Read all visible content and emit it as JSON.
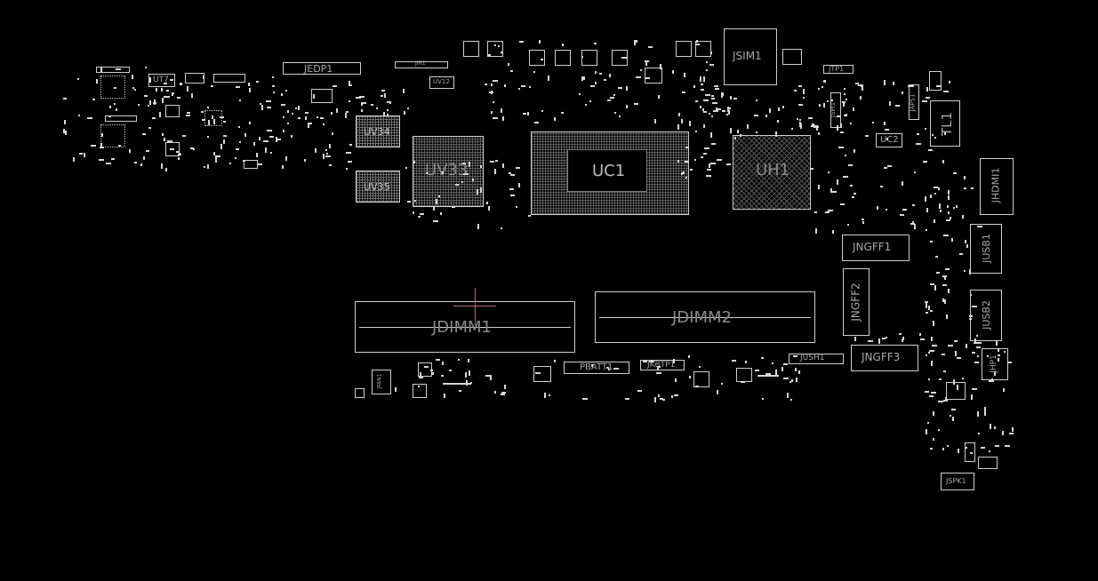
{
  "labels": {
    "JEDP1": "JEDP1",
    "JSIM1": "JSIM1",
    "UC1": "UC1",
    "UH1": "UH1",
    "UV33": "UV33",
    "UV34": "UV34",
    "UV35": "UV35",
    "JDIMM1": "JDIMM1",
    "JDIMM2": "JDIMM2",
    "JNGFF1": "JNGFF1",
    "JNGFF2": "JNGFF2",
    "JNGFF3": "JNGFF3",
    "JUSB1": "JUSB1",
    "JUSB2": "JUSB2",
    "JHDMI1": "JHDMI1",
    "TL1": "TL1",
    "UC2": "UC2",
    "UT7": "UT7",
    "JUSH1": "JUSH1",
    "PBATT1": "PBATT1",
    "JKBTP1": "JKBTP1",
    "JHP1": "JHP1",
    "JSPK1": "JSPK1",
    "JTP1": "JTP1",
    "JSPI1": "JSPI1",
    "JFAN1": "JFAN1",
    "UV12": "UV12",
    "JIR1": "JIR1",
    "JAPS1": "JAPS1"
  }
}
